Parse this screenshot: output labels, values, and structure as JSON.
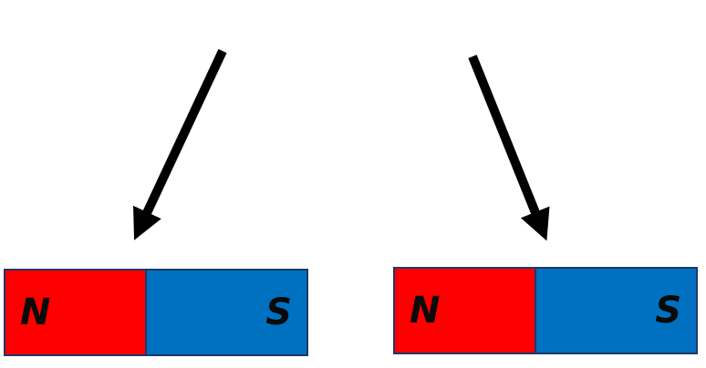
{
  "colors": {
    "north_pole": "#ff0000",
    "south_pole": "#0070c0",
    "arrow": "#000000",
    "outline": "#1f3864"
  },
  "arrows": [
    {
      "name": "arrow-left",
      "direction": "down-left"
    },
    {
      "name": "arrow-right",
      "direction": "down-right"
    }
  ],
  "magnets": [
    {
      "north_label": "N",
      "south_label": "S"
    },
    {
      "north_label": "N",
      "south_label": "S"
    }
  ]
}
